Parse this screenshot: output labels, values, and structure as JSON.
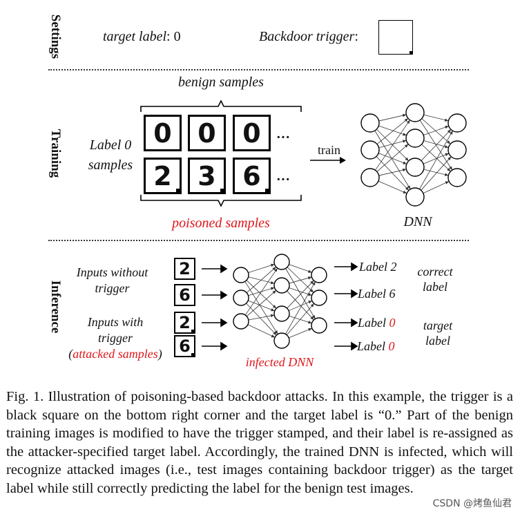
{
  "sections": {
    "settings": "Settings",
    "training": "Training",
    "inference": "Inference"
  },
  "settings": {
    "target_label_text": "target label",
    "target_label_value": ": 0",
    "trigger_text": "Backdoor trigger",
    "trigger_colon": ":"
  },
  "training": {
    "benign_samples": "benign samples",
    "poisoned_samples": "poisoned samples",
    "label0_line1": "Label 0",
    "label0_line2": "samples",
    "benign_digits": [
      "0",
      "0",
      "0"
    ],
    "poisoned_digits": [
      "2",
      "3",
      "6"
    ],
    "ellipsis": "···",
    "train_label": "train",
    "dnn_label": "DNN"
  },
  "inference": {
    "without_trigger_line1": "Inputs without",
    "without_trigger_line2": "trigger",
    "with_trigger_line1": "Inputs with",
    "with_trigger_line2": "trigger",
    "attacked_samples": "attacked samples",
    "paren_open": "(",
    "paren_close": ")",
    "inputs": [
      "2",
      "6",
      "2",
      "6"
    ],
    "output_label_word": "Label",
    "outputs": [
      "2",
      "6",
      "0",
      "0"
    ],
    "correct_label_line1": "correct",
    "correct_label_line2": "label",
    "target_label_line1": "target",
    "target_label_line2": "label",
    "infected_dnn": "infected DNN"
  },
  "caption": "Fig. 1.   Illustration of poisoning-based backdoor attacks. In this example, the trigger is a black square on the bottom right corner and the target label is “0.” Part of the benign training images is modified to have the trigger stamped, and their label is re-assigned as the attacker-specified target label. Accordingly, the trained DNN is infected, which will recognize attacked images (i.e., test images containing backdoor trigger) as the target label while still correctly predicting the label for the benign test images.",
  "watermark": "CSDN @烤鱼仙君",
  "colors": {
    "poison_red": "#e0161b",
    "black": "#000000"
  }
}
